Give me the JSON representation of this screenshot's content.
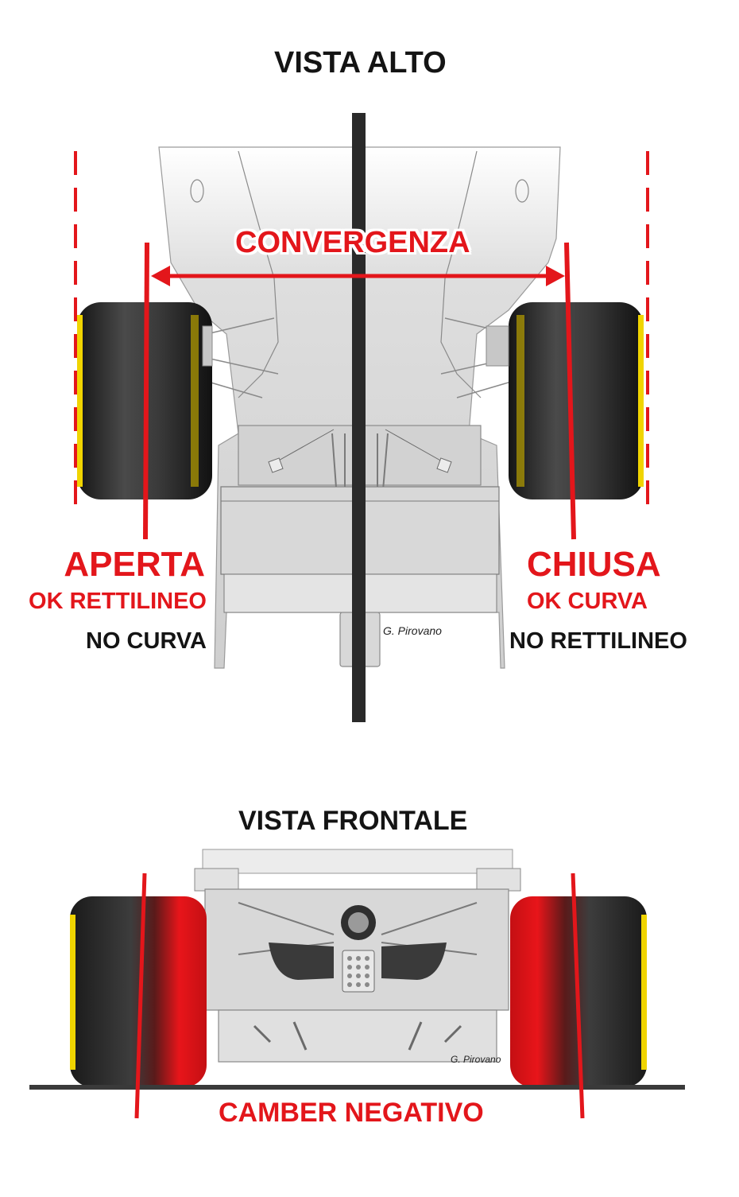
{
  "top_view": {
    "title": "VISTA ALTO",
    "convergence_label": "CONVERGENZA",
    "left": {
      "heading": "APERTA",
      "good": "OK RETTILINEO",
      "bad": "NO CURVA"
    },
    "right": {
      "heading": "CHIUSA",
      "good": "OK CURVA",
      "bad": "NO RETTILINEO"
    },
    "credit": "G. Pirovano"
  },
  "front_view": {
    "title": "VISTA FRONTALE",
    "camber_label": "CAMBER NEGATIVO",
    "credit": "G. Pirovano"
  },
  "colors": {
    "accent_red": "#e3161b",
    "text_black": "#141414",
    "tyre_dark": "#2b2b2b",
    "tyre_stripe": "#f0d400",
    "car_grey": "#d9d9d9"
  }
}
